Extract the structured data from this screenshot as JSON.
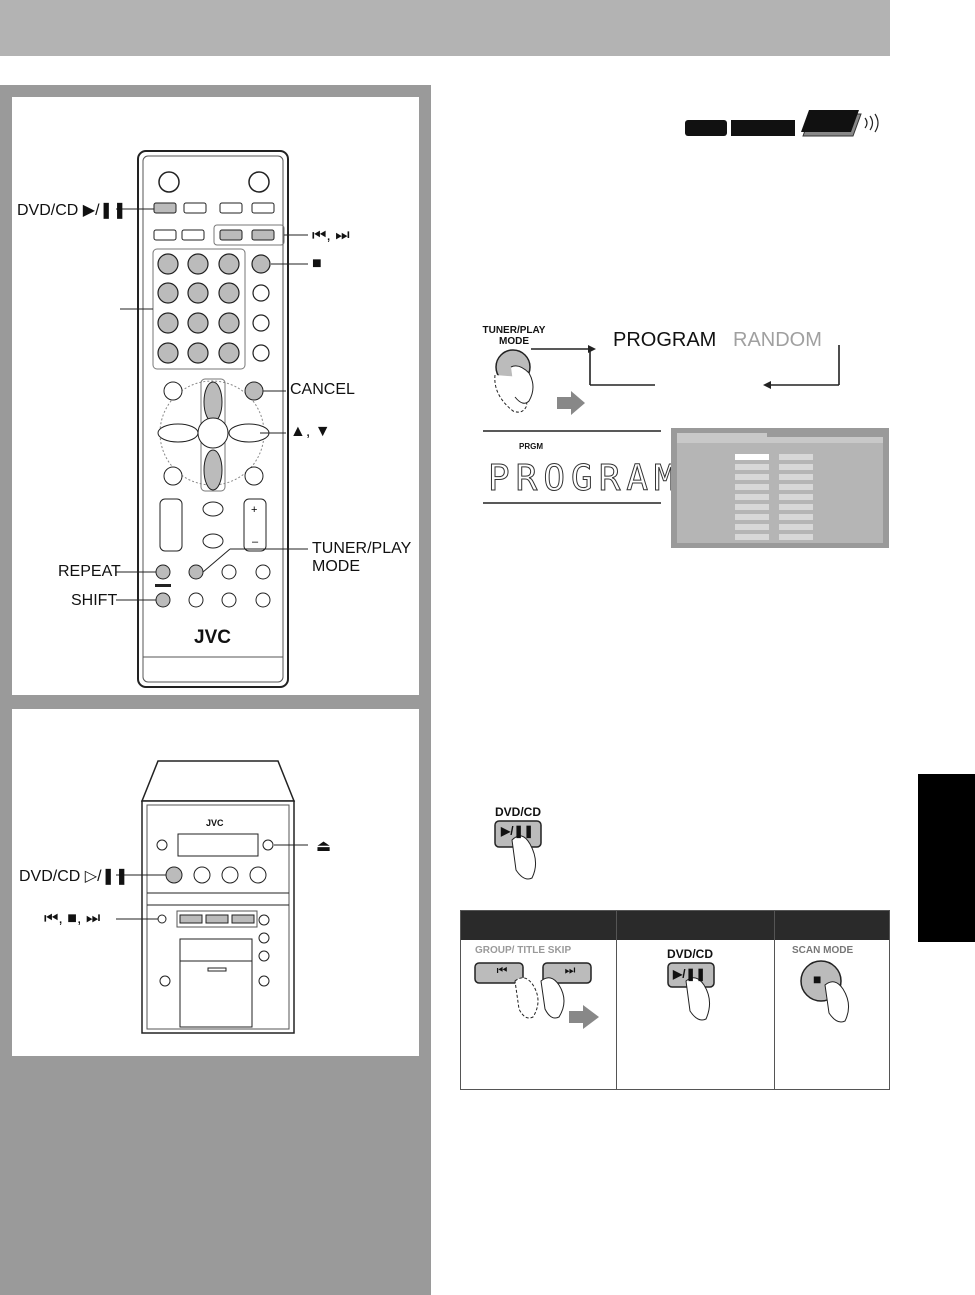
{
  "labels": {
    "remote_play_pause": "DVD/CD ▶/❚❚",
    "remote_skip": "⏮, ⏭",
    "remote_stop": "■",
    "remote_cancel": "CANCEL",
    "remote_updown": "▲, ▼",
    "remote_tuner_play_mode_1": "TUNER/PLAY",
    "remote_tuner_play_mode_2": "MODE",
    "remote_repeat": "REPEAT",
    "remote_shift": "SHIFT",
    "unit_eject": "⏏",
    "unit_play_pause": "DVD/CD ▷/❚❚",
    "unit_skip_stop": "⏮, ■, ⏭"
  },
  "remote": {
    "brand": "JVC"
  },
  "unit": {
    "brand": "JVC"
  },
  "mode_flow": {
    "button_label_1": "TUNER/PLAY",
    "button_label_2": "MODE",
    "step1": "PROGRAM",
    "step2": "RANDOM",
    "display_indicator": "PRGM",
    "display_text": "PROGRAM"
  },
  "play_button": {
    "label": "DVD/CD",
    "symbol": "▶/❚❚"
  },
  "table": {
    "col1": {
      "caption": "GROUP/ TITLE SKIP",
      "btn_prev": "⏮",
      "btn_next": "⏭"
    },
    "col2": {
      "caption": "DVD/CD",
      "symbol": "▶/❚❚"
    },
    "col3": {
      "caption": "SCAN MODE",
      "symbol": "■"
    }
  },
  "colors": {
    "topbar": "#b3b3b3",
    "left_bg": "#9a9a9a",
    "random_gray": "#a0a0a0"
  }
}
